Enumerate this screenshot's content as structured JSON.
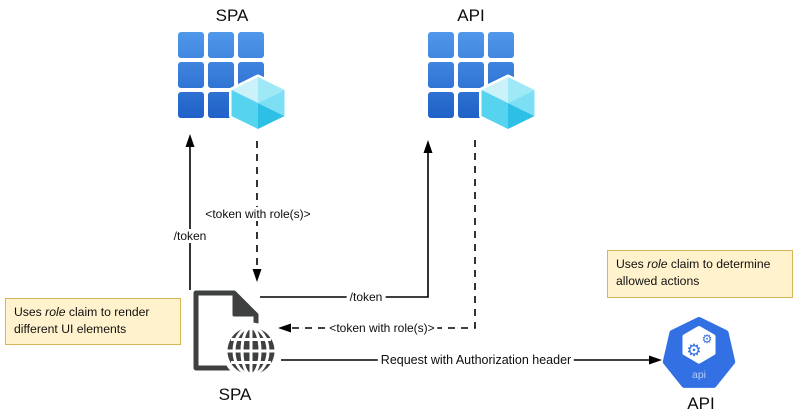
{
  "diagram": {
    "nodes": {
      "spa_registration": {
        "title": "SPA",
        "icon": "app-grid-with-cube-icon"
      },
      "api_registration": {
        "title": "API",
        "icon": "app-grid-with-cube-icon"
      },
      "spa_client": {
        "label": "SPA",
        "icon": "document-with-globe-icon"
      },
      "api_service": {
        "label": "API",
        "icon": "kubernetes-heptagon-gears-icon",
        "badge_text": "api"
      }
    },
    "edges": {
      "spa_token_request": "/token",
      "spa_token_response": "<token with role(s)>",
      "api_token_request": "/token",
      "api_token_response": "<token with role(s)>",
      "api_call": "Request with Authorization header"
    },
    "notes": {
      "left": {
        "part1": "Uses ",
        "emph": "role",
        "part2": " claim to render different UI elements"
      },
      "right": {
        "part1": "Uses ",
        "emph": "role",
        "part2": " claim to determine allowed actions"
      }
    },
    "icons": {
      "gear_glyph": "⚙"
    },
    "colors": {
      "grid_blue_top": "#5098EA",
      "grid_blue_bottom": "#1F61C8",
      "cube_top_left": "#CBF2FA",
      "cube_top_right": "#9FE8F6",
      "cube_face_left": "#55D3EF",
      "cube_face_bottom": "#2DBFE5",
      "cube_face_right": "#7DDFF4",
      "note_fill": "#FFF2CC",
      "note_border": "#D6B656",
      "doc_gray": "#3F4040",
      "k8s_blue": "#3270E4",
      "api_badge_text_blue": "#B9CFF5",
      "arrow_black": "#000000"
    }
  }
}
